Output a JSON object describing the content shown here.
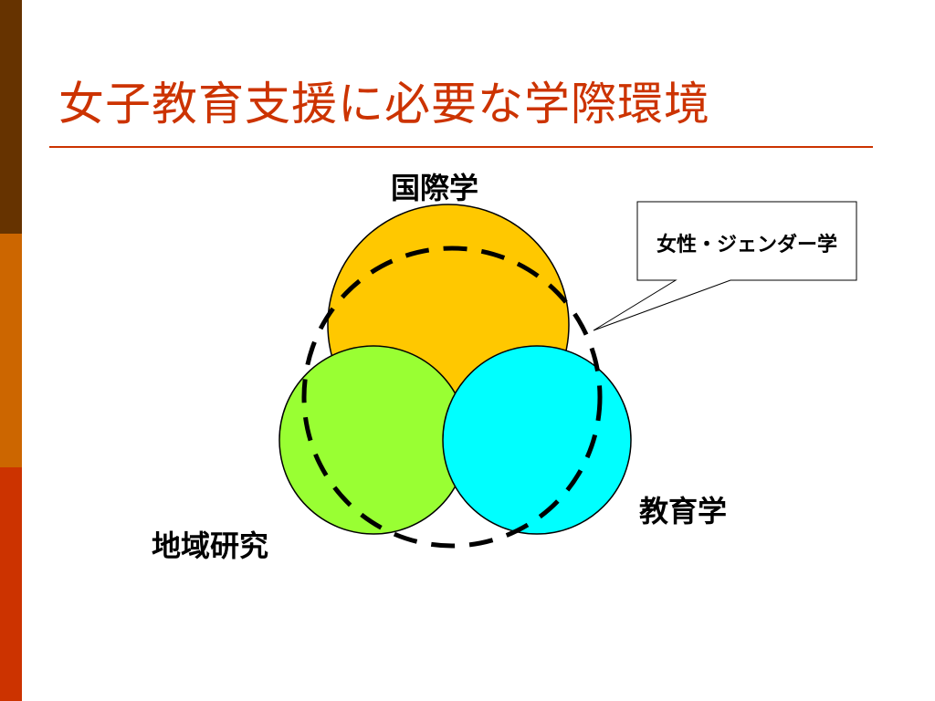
{
  "slide": {
    "title": "女子教育支援に必要な学際環境"
  },
  "diagram": {
    "circles": [
      {
        "label": "国際学",
        "color": "#FFC800"
      },
      {
        "label": "地域研究",
        "color": "#99FF33"
      },
      {
        "label": "教育学",
        "color": "#00FFFF"
      }
    ],
    "callout": {
      "label": "女性・ジェンダー学"
    }
  },
  "colors": {
    "title": "#CC3300",
    "rule": "#CC3300",
    "side_bar": [
      "#663300",
      "#CC6600",
      "#CC3300"
    ],
    "outline": "#000000",
    "dashed_ring": "#000000"
  }
}
